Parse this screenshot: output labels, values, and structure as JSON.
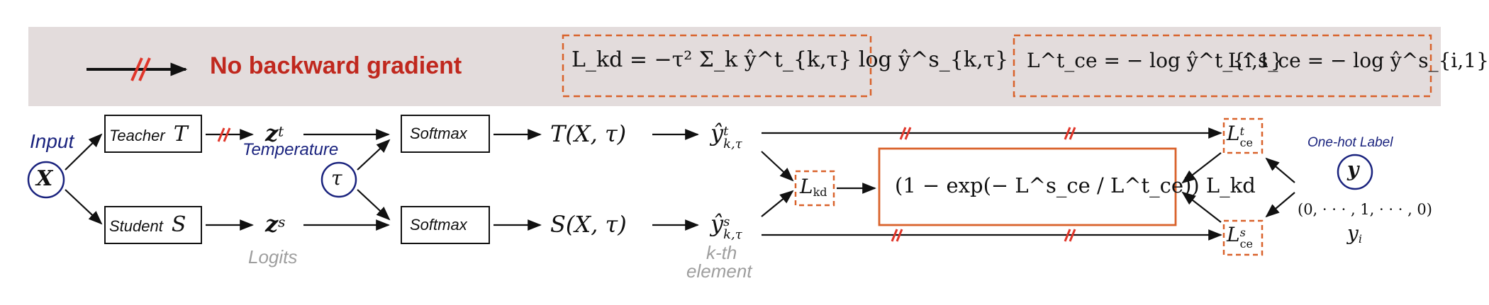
{
  "legend": {
    "no_grad_label": "No backward gradient",
    "kd_loss_formula": "L_kd = −τ² Σ_k ŷ^t_{k,τ} log ŷ^s_{k,τ}",
    "ce_teacher_formula": "L^t_ce = − log ŷ^t_{i,1}",
    "ce_student_formula": "L^s_ce = − log ŷ^s_{i,1}"
  },
  "nodes": {
    "input_label": "Input",
    "input_symbol": "X",
    "teacher_box": {
      "word": "Teacher",
      "symbol": "T"
    },
    "student_box": {
      "word": "Student",
      "symbol": "S"
    },
    "teacher_logits": "z",
    "teacher_logits_sup": "t",
    "student_logits": "z",
    "student_logits_sup": "s",
    "temperature_label": "Temperature",
    "temperature_symbol": "τ",
    "logits_label": "Logits",
    "softmax_top": "Softmax",
    "softmax_bottom": "Softmax",
    "teacher_output": "T(X, τ)",
    "student_output": "S(X, τ)",
    "teacher_prob": "ŷ",
    "teacher_prob_sup": "t",
    "teacher_prob_sub": "k,τ",
    "student_prob": "ŷ",
    "student_prob_sup": "s",
    "student_prob_sub": "k,τ",
    "kth_element_line1": "k-th",
    "kth_element_line2": "element",
    "lkd_node": "L",
    "lkd_sub": "kd",
    "combined_loss": "(1 − exp(− L^s_ce / L^t_ce)) L_kd",
    "lce_t_node": "L",
    "lce_t_sup": "t",
    "lce_t_sub": "ce",
    "lce_s_node": "L",
    "lce_s_sup": "s",
    "lce_s_sub": "ce",
    "onehot_label": "One-hot Label",
    "label_symbol": "y",
    "onehot_vector": "(0, · · · , 1, · · · , 0)",
    "yi_symbol": "y",
    "yi_sub": "i"
  },
  "colors": {
    "banner_bg": "#e3dcdc",
    "accent_red": "#c0281e",
    "orange_dash": "#d9622b",
    "navy": "#1a237e",
    "grey_text": "#9e9e9e",
    "black": "#111111"
  }
}
